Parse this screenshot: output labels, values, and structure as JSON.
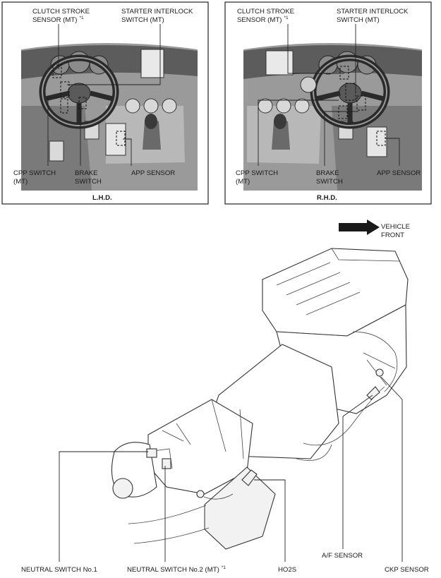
{
  "lhd_panel": {
    "caption": "L.H.D.",
    "labels": {
      "clutch_stroke_sensor_l1": "CLUTCH STROKE",
      "clutch_stroke_sensor_l2": "SENSOR (MT)",
      "starter_interlock_l1": "STARTER INTERLOCK",
      "starter_interlock_l2": "SWITCH (MT)",
      "cpp_switch_l1": "CPP SWITCH",
      "cpp_switch_l2": "(MT)",
      "brake_switch_l1": "BRAKE",
      "brake_switch_l2": "SWITCH",
      "app_sensor": "APP SENSOR"
    }
  },
  "rhd_panel": {
    "caption": "R.H.D.",
    "labels": {
      "clutch_stroke_sensor_l1": "CLUTCH STROKE",
      "clutch_stroke_sensor_l2": "SENSOR (MT)",
      "starter_interlock_l1": "STARTER INTERLOCK",
      "starter_interlock_l2": "SWITCH (MT)",
      "cpp_switch_l1": "CPP SWITCH",
      "cpp_switch_l2": "(MT)",
      "brake_switch_l1": "BRAKE",
      "brake_switch_l2": "SWITCH",
      "app_sensor": "APP SENSOR"
    }
  },
  "footnote_mark": "*1",
  "engine_view": {
    "vehicle_front_l1": "VEHICLE",
    "vehicle_front_l2": "FRONT",
    "labels": {
      "neutral_switch_1": "NEUTRAL SWITCH No.1",
      "neutral_switch_2": "NEUTRAL SWITCH No.2 (MT)",
      "ho2s": "HO2S",
      "af_sensor": "A/F SENSOR",
      "ckp_sensor": "CKP SENSOR"
    }
  }
}
